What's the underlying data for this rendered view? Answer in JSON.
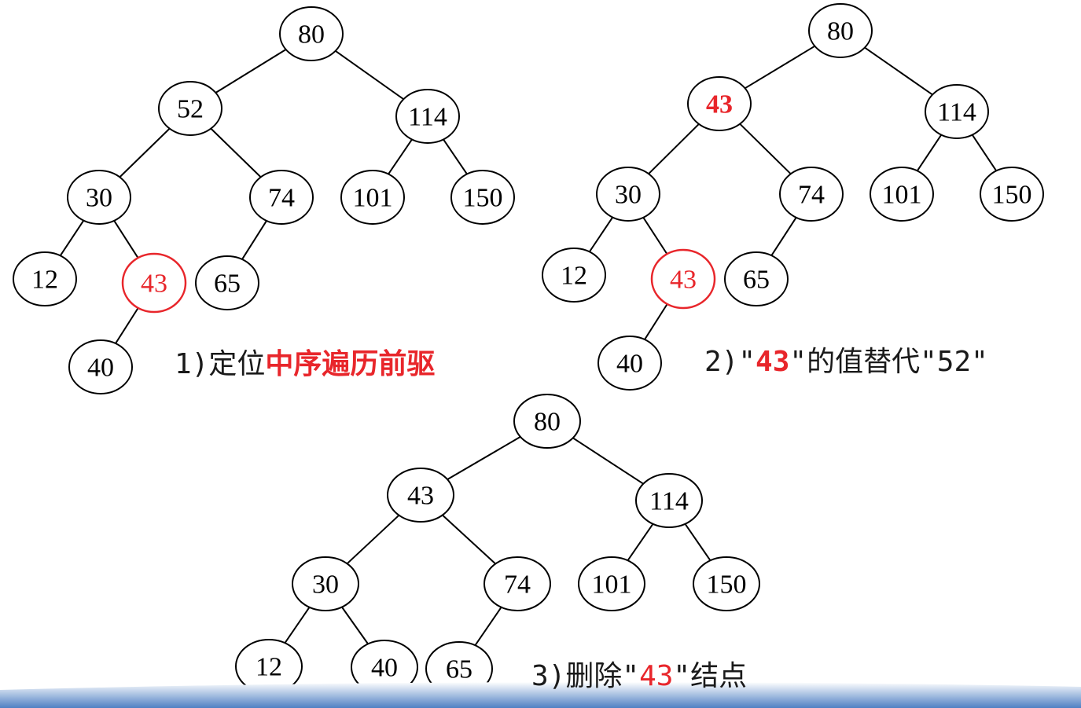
{
  "colors": {
    "highlight": "#e8262b",
    "stroke": "#000000",
    "text": "#1a1a1a",
    "band_top": "#ffffff",
    "band_bottom": "#4f80c3"
  },
  "diagrams": [
    {
      "id": "step1",
      "nodes": [
        {
          "key": "r",
          "label": "80"
        },
        {
          "key": "a",
          "label": "52"
        },
        {
          "key": "b",
          "label": "114"
        },
        {
          "key": "c",
          "label": "30"
        },
        {
          "key": "d",
          "label": "74"
        },
        {
          "key": "e",
          "label": "101"
        },
        {
          "key": "f",
          "label": "150"
        },
        {
          "key": "g",
          "label": "12"
        },
        {
          "key": "h",
          "label": "43",
          "highlight_ring": true,
          "highlight_text": true
        },
        {
          "key": "i",
          "label": "65"
        },
        {
          "key": "j",
          "label": "40"
        }
      ],
      "edges": [
        [
          "r",
          "a"
        ],
        [
          "r",
          "b"
        ],
        [
          "a",
          "c"
        ],
        [
          "a",
          "d"
        ],
        [
          "b",
          "e"
        ],
        [
          "b",
          "f"
        ],
        [
          "c",
          "g"
        ],
        [
          "c",
          "h"
        ],
        [
          "d",
          "i"
        ],
        [
          "h",
          "j"
        ]
      ],
      "caption": [
        {
          "text": "1)",
          "style": "mono"
        },
        {
          "text": "定位",
          "style": "plain"
        },
        {
          "text": "中序遍历前驱",
          "style": "red-bold"
        }
      ]
    },
    {
      "id": "step2",
      "nodes": [
        {
          "key": "r",
          "label": "80"
        },
        {
          "key": "a",
          "label": "43",
          "highlight_text": true,
          "bold": true
        },
        {
          "key": "b",
          "label": "114"
        },
        {
          "key": "c",
          "label": "30"
        },
        {
          "key": "d",
          "label": "74"
        },
        {
          "key": "e",
          "label": "101"
        },
        {
          "key": "f",
          "label": "150"
        },
        {
          "key": "g",
          "label": "12"
        },
        {
          "key": "h",
          "label": "43",
          "highlight_ring": true,
          "highlight_text": true
        },
        {
          "key": "i",
          "label": "65"
        },
        {
          "key": "j",
          "label": "40"
        }
      ],
      "edges": [
        [
          "r",
          "a"
        ],
        [
          "r",
          "b"
        ],
        [
          "a",
          "c"
        ],
        [
          "a",
          "d"
        ],
        [
          "b",
          "e"
        ],
        [
          "b",
          "f"
        ],
        [
          "c",
          "g"
        ],
        [
          "c",
          "h"
        ],
        [
          "d",
          "i"
        ],
        [
          "h",
          "j"
        ]
      ],
      "caption": [
        {
          "text": "2)",
          "style": "mono"
        },
        {
          "text": "\"",
          "style": "mono"
        },
        {
          "text": "43",
          "style": "red-bold-mono"
        },
        {
          "text": "\"",
          "style": "mono"
        },
        {
          "text": "的值替代",
          "style": "plain"
        },
        {
          "text": "\"52\"",
          "style": "mono"
        }
      ]
    },
    {
      "id": "step3",
      "nodes": [
        {
          "key": "r",
          "label": "80"
        },
        {
          "key": "a",
          "label": "43"
        },
        {
          "key": "b",
          "label": "114"
        },
        {
          "key": "c",
          "label": "30"
        },
        {
          "key": "d",
          "label": "74"
        },
        {
          "key": "e",
          "label": "101"
        },
        {
          "key": "f",
          "label": "150"
        },
        {
          "key": "g",
          "label": "12"
        },
        {
          "key": "k",
          "label": "40"
        },
        {
          "key": "i",
          "label": "65"
        }
      ],
      "edges": [
        [
          "r",
          "a"
        ],
        [
          "r",
          "b"
        ],
        [
          "a",
          "c"
        ],
        [
          "a",
          "d"
        ],
        [
          "b",
          "e"
        ],
        [
          "b",
          "f"
        ],
        [
          "c",
          "g"
        ],
        [
          "c",
          "k"
        ],
        [
          "d",
          "i"
        ]
      ],
      "caption": [
        {
          "text": "3)",
          "style": "mono"
        },
        {
          "text": "删除",
          "style": "plain"
        },
        {
          "text": "\"",
          "style": "mono"
        },
        {
          "text": "43",
          "style": "red-mono"
        },
        {
          "text": "\"",
          "style": "mono"
        },
        {
          "text": "结点",
          "style": "plain"
        }
      ]
    }
  ]
}
